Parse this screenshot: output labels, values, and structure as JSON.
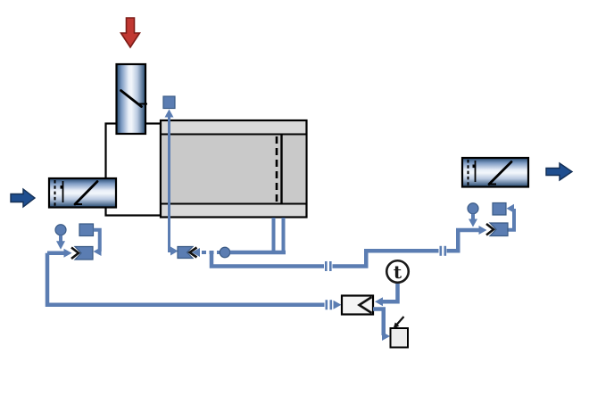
{
  "diagram": {
    "title": "ventilation-unit-vav-damper-control-schematic",
    "temp_sensor_label": "t",
    "components": [
      {
        "name": "outdoor-air-vertical-duct",
        "desc": "vertical duct with damper blade, red inflow arrow"
      },
      {
        "name": "inlet-horizontal-duct",
        "desc": "left duct with flexible joint, probe and damper blade, navy inflow arrow"
      },
      {
        "name": "outlet-horizontal-duct",
        "desc": "right duct with flexible joint, probe and damper blade, navy outflow arrow"
      },
      {
        "name": "mixing-plenum",
        "desc": "white chamber joining ducts to unit"
      },
      {
        "name": "air-handling-unit",
        "desc": "gray unit casing with internal dashed damper and partition"
      },
      {
        "name": "vav-controller-left",
        "desc": "actuator circle, sensor square, controller box with chevron input"
      },
      {
        "name": "vav-controller-right",
        "desc": "actuator circle, sensor square, controller box with chevron input"
      },
      {
        "name": "damper-controller-center",
        "desc": "controller box with chevron port, actuator circle, duct sensor square"
      },
      {
        "name": "temperature-controller",
        "desc": "white box with chevron port"
      },
      {
        "name": "temperature-sensor",
        "desc": "circle with letter t"
      },
      {
        "name": "setpoint-adjuster",
        "desc": "white square with manual adjustment arrow"
      }
    ]
  },
  "colors": {
    "control_blue": "#5b7db2",
    "control_blue_dark": "#3a5a85",
    "flow_arrow_navy": "#1f4e8f",
    "flow_arrow_navy_dark": "#142f55",
    "supply_arrow_red": "#c13832",
    "supply_arrow_red_dark": "#7c1d18",
    "unit_gray": "#d9d9d9",
    "unit_gray_inner": "#c9c9c9",
    "line_black": "#111111",
    "background": "#ffffff"
  }
}
